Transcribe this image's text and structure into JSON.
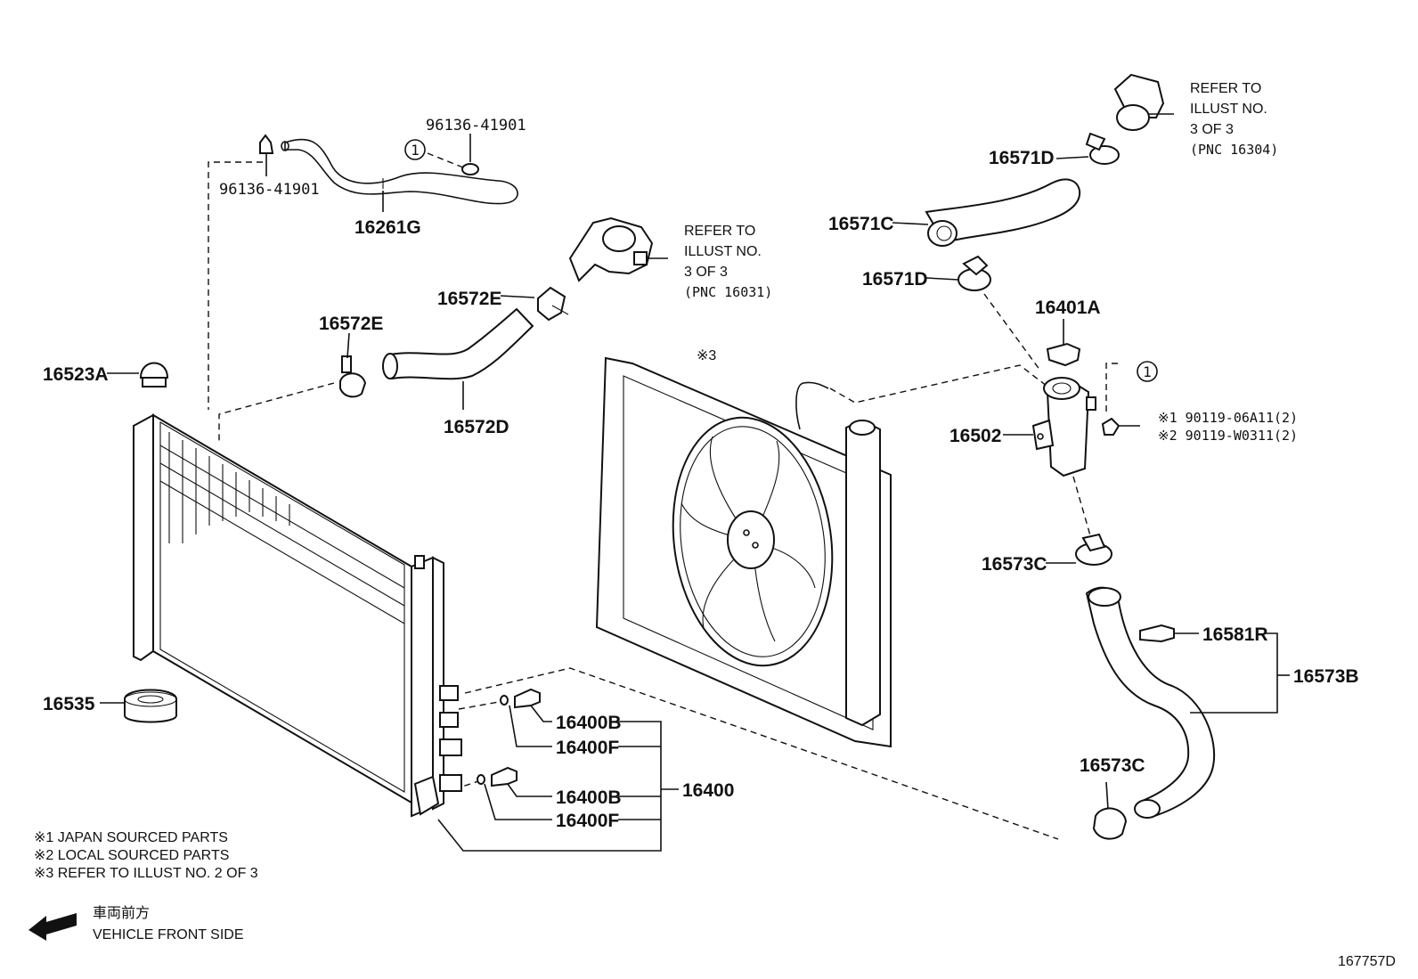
{
  "labels": {
    "p96136_top": "96136-41901",
    "p96136_left": "96136-41901",
    "p16261G": "16261G",
    "p16572E_upper": "16572E",
    "p16572E_left": "16572E",
    "p16572D": "16572D",
    "p16523A": "16523A",
    "p16535": "16535",
    "p16400B_1": "16400B",
    "p16400F_1": "16400F",
    "p16400": "16400",
    "p16400B_2": "16400B",
    "p16400F_2": "16400F",
    "p16571D_upper": "16571D",
    "p16571C": "16571C",
    "p16571D_lower": "16571D",
    "p16401A": "16401A",
    "p16502": "16502",
    "p16573C_upper": "16573C",
    "p16581R": "16581R",
    "p16573B": "16573B",
    "p16573C_lower": "16573C",
    "bolt_1": "※1  90119-06A11(2)",
    "bolt_2": "※2  90119-W0311(2)",
    "fan_note": "※3",
    "circle_1": "1",
    "circle_2": "1"
  },
  "refs": {
    "pump": [
      "REFER TO",
      "ILLUST NO.",
      "3 OF 3",
      "(PNC 16031)"
    ],
    "engine": [
      "REFER TO",
      "ILLUST NO.",
      "3 OF 3",
      "(PNC 16304)"
    ]
  },
  "notes": [
    "※1  JAPAN SOURCED PARTS",
    "※2  LOCAL SOURCED PARTS",
    "※3  REFER TO ILLUST NO. 2 OF 3"
  ],
  "front": {
    "jp": "車両前方",
    "en": "VEHICLE FRONT SIDE"
  },
  "diagram_id": "167757D"
}
